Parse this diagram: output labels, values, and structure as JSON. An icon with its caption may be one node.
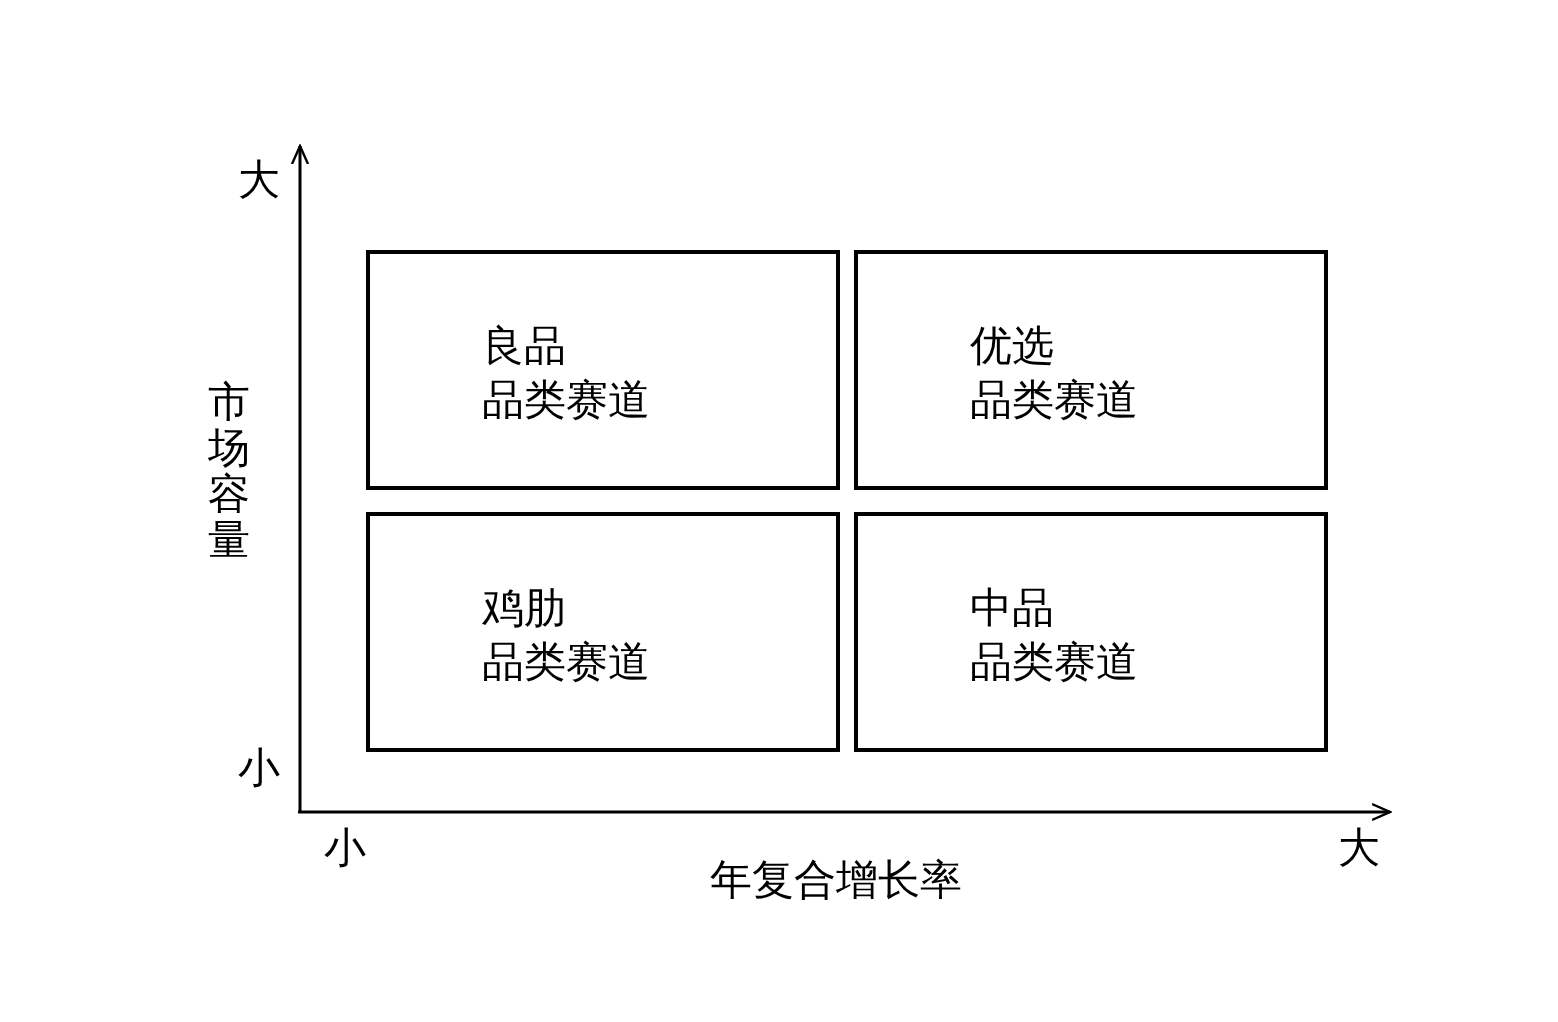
{
  "diagram": {
    "nodes": [
      {
        "text": [
          "良品",
          "品类赛道"
        ]
      },
      {
        "text": [
          "优选",
          "品类赛道"
        ]
      },
      {
        "text": [
          "鸡肋",
          "品类赛道"
        ]
      },
      {
        "text": [
          "中品",
          "品类赛道"
        ]
      }
    ],
    "edges": [],
    "labels": [
      "大",
      "市场容量",
      "小",
      "小",
      "年复合增长率",
      "大"
    ]
  }
}
